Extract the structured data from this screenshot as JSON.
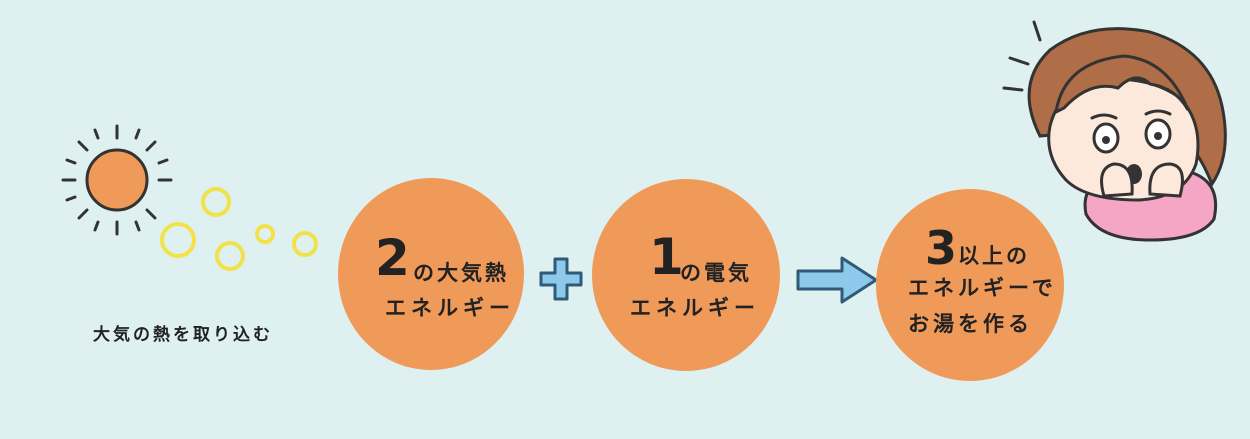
{
  "colors": {
    "background": "#dff0f0",
    "orange": "#f09a5a",
    "bubble": "#f2e24a",
    "plus_arrow": "#8cc9ea",
    "skin": "#fde8dc",
    "hair": "#b06e48",
    "shirt": "#f4a6c4"
  },
  "sun": {
    "caption": "大気の熱を取り込む",
    "icon": "sun-icon"
  },
  "circle_a": {
    "number": "2",
    "line1": "の大気熱",
    "line2": "エネルギー"
  },
  "operator": {
    "icon": "plus-icon"
  },
  "circle_b": {
    "number": "1",
    "line1": "の電気",
    "line2": "エネルギー"
  },
  "arrow": {
    "icon": "arrow-right-icon"
  },
  "circle_c": {
    "number": "3",
    "line1": "以上の",
    "line2": "エネルギーで",
    "line3": "お湯を作る"
  },
  "character": {
    "icon": "surprised-woman-icon"
  }
}
